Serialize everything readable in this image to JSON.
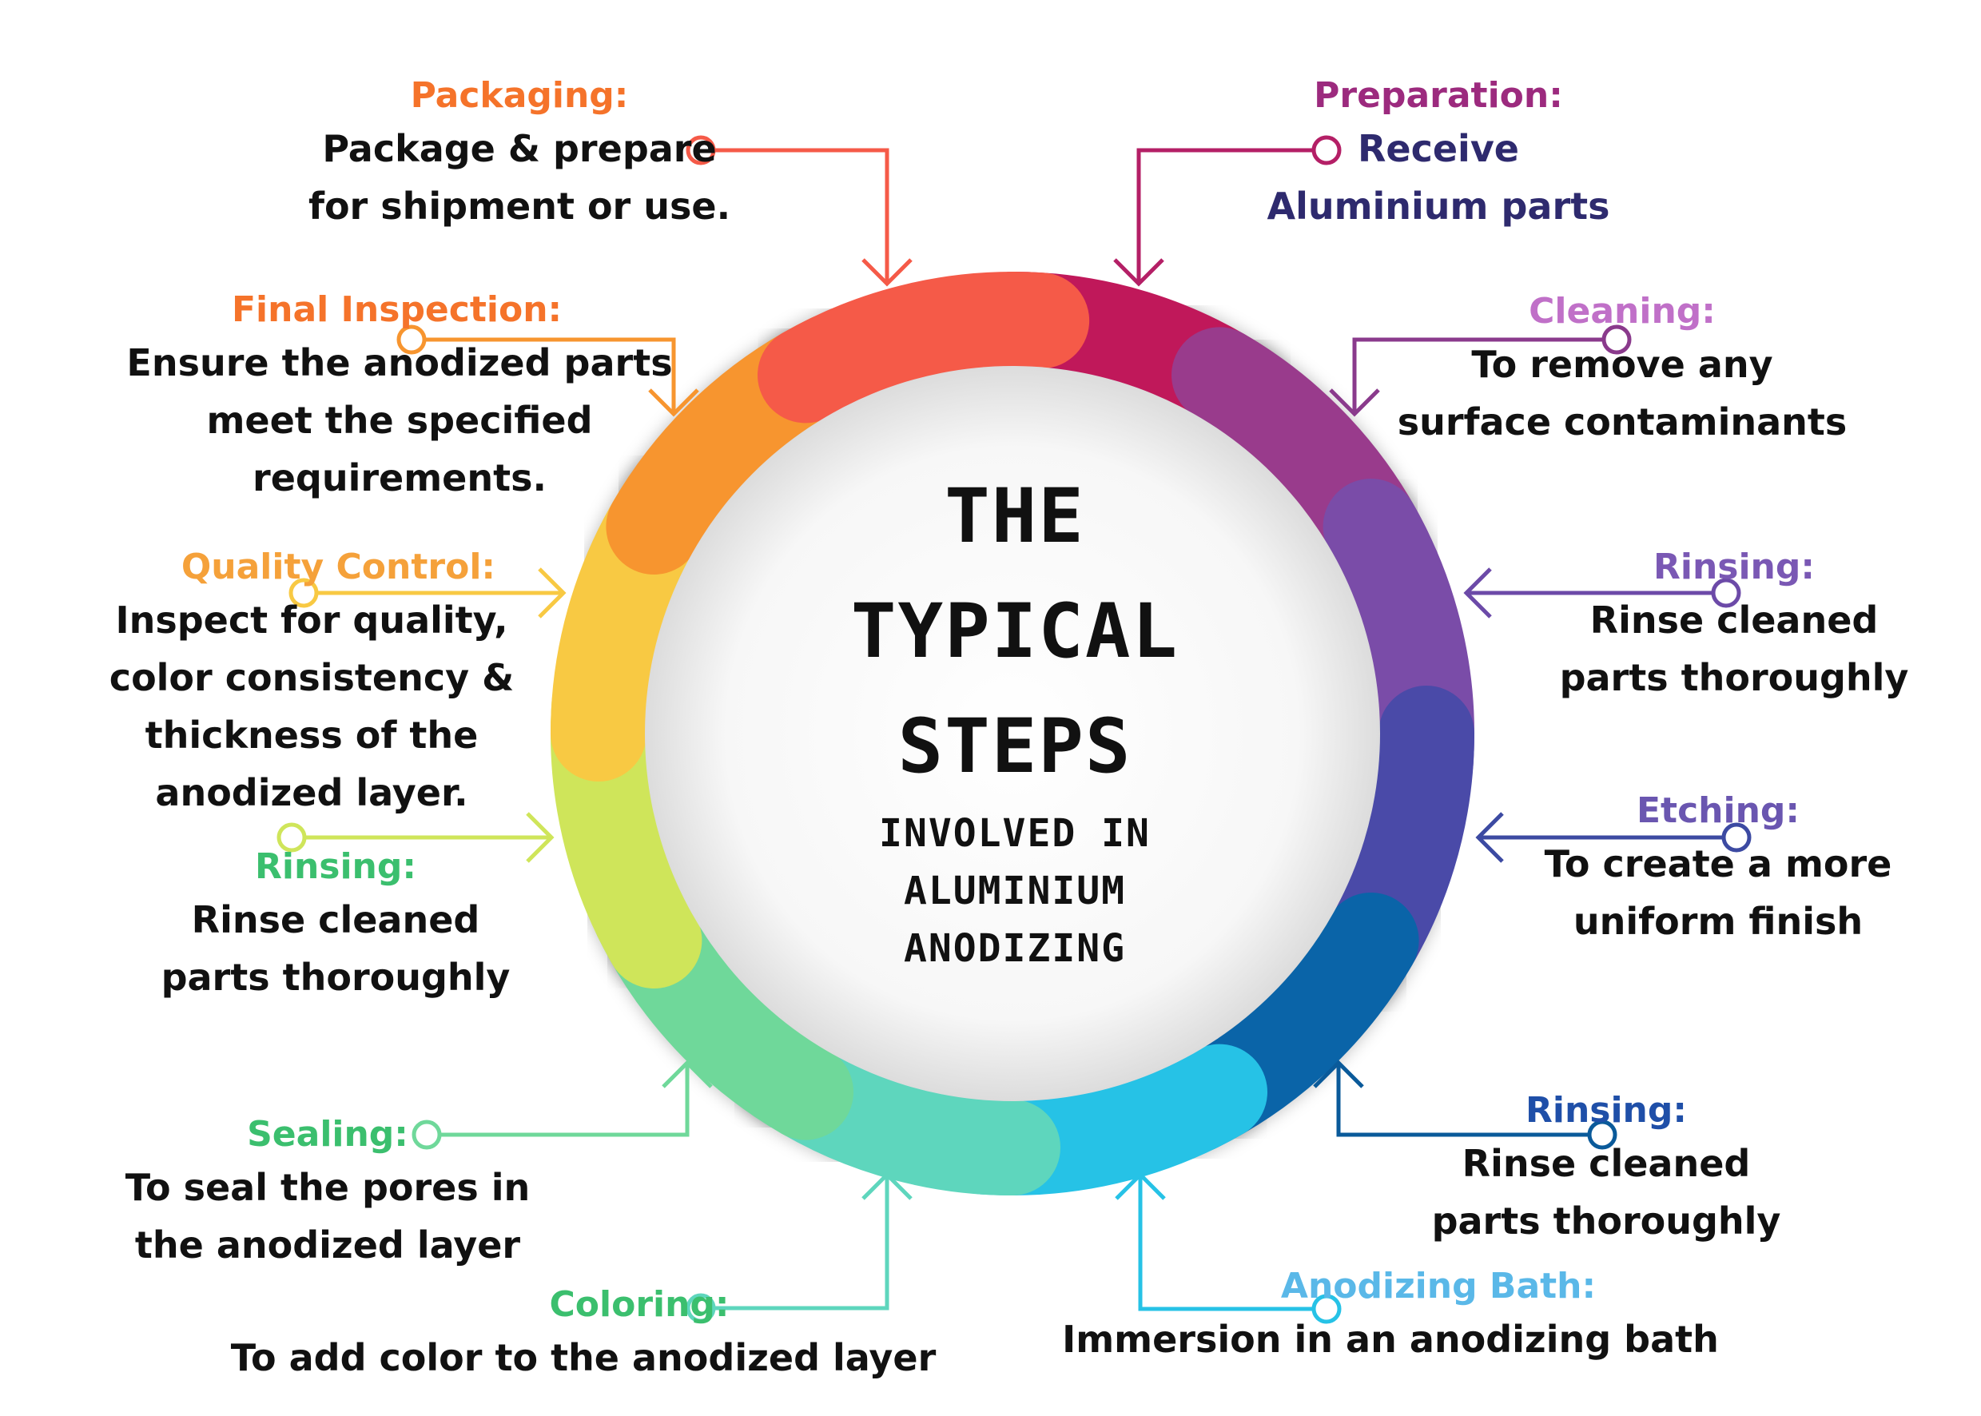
{
  "center": {
    "line1": "THE",
    "line2": "TYPICAL",
    "line3": "STEPS",
    "line4": "INVOLVED IN",
    "line5": "ALUMINIUM",
    "line6": "ANODIZING"
  },
  "steps": [
    {
      "title": "Preparation:",
      "desc1": "Receive",
      "desc2": "Aluminium parts",
      "title_color": "#9c2a7e",
      "desc_color": "#2e2a6e",
      "color": "#c0185a"
    },
    {
      "title": "Cleaning:",
      "desc1": "To remove any",
      "desc2": "surface contaminants",
      "title_color": "#c070c8",
      "color": "#993b8c"
    },
    {
      "title": "Rinsing:",
      "desc1": "Rinse cleaned",
      "desc2": "parts thoroughly",
      "title_color": "#7a58b4",
      "color": "#7a4ca8"
    },
    {
      "title": "Etching:",
      "desc1": "To create a more",
      "desc2": "uniform finish",
      "title_color": "#6a56b0",
      "color": "#4a4aa8"
    },
    {
      "title": "Rinsing:",
      "desc1": "Rinse cleaned",
      "desc2": "parts thoroughly",
      "title_color": "#1f4fa8",
      "color": "#0a64a8"
    },
    {
      "title": "Anodizing Bath:",
      "desc1": "Immersion in an anodizing bath",
      "title_color": "#5ab8e8",
      "color": "#26c2e6"
    },
    {
      "title": "Coloring:",
      "desc1": "To add color to the anodized layer",
      "title_color": "#3bbf6e",
      "color": "#5ed6bd"
    },
    {
      "title": "Sealing:",
      "desc1": "To seal the pores in",
      "desc2": "the anodized layer",
      "title_color": "#3bbf6e",
      "color": "#6fd89a"
    },
    {
      "title": "Rinsing:",
      "desc1": "Rinse cleaned",
      "desc2": "parts thoroughly",
      "title_color": "#3bbf6e",
      "color": "#cfe55a"
    },
    {
      "title": "Quality Control:",
      "desc1": "Inspect for quality,",
      "desc2": "color consistency &",
      "desc3": "thickness of the",
      "desc4": "anodized layer.",
      "title_color": "#f5a13a",
      "color": "#f8c943"
    },
    {
      "title": "Final Inspection:",
      "desc1": "Ensure the anodized parts",
      "desc2": "meet the specified",
      "desc3": "requirements.",
      "title_color": "#f5732a",
      "color": "#f7952f"
    },
    {
      "title": "Packaging:",
      "desc1": "Package & prepare",
      "desc2": "for shipment or use.",
      "title_color": "#f5732a",
      "color": "#f55a48"
    }
  ]
}
